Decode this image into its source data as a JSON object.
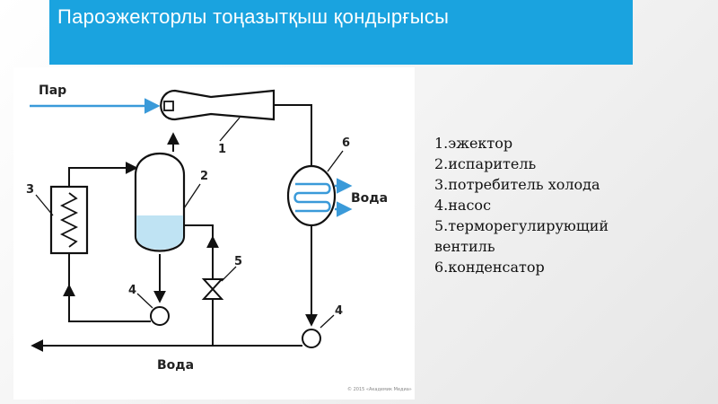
{
  "title": "Пароэжекторлы тоңазытқыш қондырғысы",
  "diagram": {
    "label_steam": "Пар",
    "label_water_right": "Вода",
    "label_water_bottom": "Вода",
    "numbers": [
      "1",
      "2",
      "3",
      "4",
      "4",
      "5",
      "6"
    ],
    "copyright": "© 2015 «Академик Медиа»"
  },
  "legend": [
    "1.эжектор",
    "2.испаритель",
    "3.потребитель холода",
    "4.насос",
    "5.терморегулирующий",
    "вентиль",
    "6.конденсатор"
  ],
  "colors": {
    "title_bar": "#1aa3df",
    "steam_arrow": "#3a9ad9",
    "water_arrow": "#3a9ad9",
    "liquid": "#bfe3f3",
    "lines": "#111111"
  }
}
